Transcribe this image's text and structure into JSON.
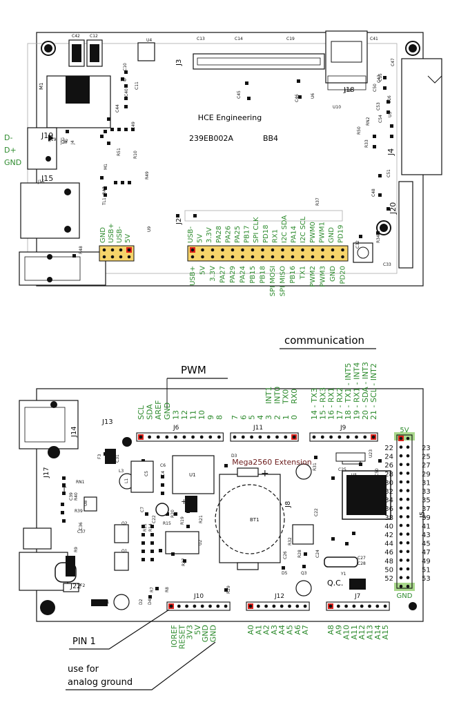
{
  "top_board": {
    "maker": "HCE Engineering",
    "part_no": "239EB002A",
    "rev": "BB4",
    "usb_side_labels": [
      "D-",
      "D+",
      "GND"
    ],
    "header_top_labels": [
      "USB-",
      "5V",
      "3.3V",
      "PA28",
      "PA26",
      "PA25",
      "PB17",
      "SPI CLK",
      "PD18",
      "RX1",
      "I2C SDA",
      "PA14",
      "I2C SCL",
      "PWM0",
      "PWM1",
      "GND",
      "PD19"
    ],
    "header_bottom_labels": [
      "USB+",
      "5V",
      "3.3V",
      "PA27",
      "PA29",
      "PA24",
      "PB15",
      "PB18",
      "SPI MOSI",
      "SPI MISO",
      "PB16",
      "TX1",
      "PWM2",
      "PWM3",
      "GND",
      "PD20"
    ],
    "left_header_labels": [
      "GND",
      "USB+",
      "USB-",
      "5V"
    ],
    "components": [
      "C42",
      "C12",
      "U4",
      "C13",
      "C14",
      "C19",
      "C41",
      "J3",
      "J18",
      "J19",
      "J15",
      "J20",
      "J2",
      "J4",
      "M1",
      "R10",
      "R49",
      "R47",
      "TL1",
      "R48",
      "U9",
      "R37",
      "C32",
      "C33",
      "R34",
      "U6",
      "U10",
      "R50",
      "C48",
      "C51",
      "R33",
      "RN2",
      "U3",
      "R51",
      "C49",
      "C11",
      "C10",
      "R9",
      "C40",
      "C44",
      "C45",
      "C46",
      "C43",
      "C47",
      "C50",
      "C15",
      "C16",
      "C53",
      "C54",
      "R42",
      "R25",
      "R23",
      "R22",
      "R26"
    ]
  },
  "bottom_board": {
    "title_comm": "communication",
    "title_pwm": "PWM",
    "title_ext": "Mega2560 Extension",
    "pin1_label": "PIN 1",
    "analog_note": "use for\nanalog ground",
    "qc_label": "Q.C.",
    "j6_labels": [
      "SCL",
      "SDA",
      "AREF",
      "GND",
      "13",
      "12",
      "11",
      "10",
      "9",
      "8"
    ],
    "j11_labels": [
      "7",
      "6",
      "5",
      "4",
      "3",
      "2",
      "1",
      "0"
    ],
    "j11_extra": [
      "INT1",
      "INT0",
      "TX0",
      "RX0"
    ],
    "j9_labels": [
      "14 - TX3",
      "15 - RX3",
      "16 - RX1",
      "17 - RX2",
      "18 - TX1 - INT5",
      "19 - RX1 - INT4",
      "20 - SDA - INT3",
      "21 - SCL - INT2"
    ],
    "j5_left": [
      "22",
      "24",
      "26",
      "28",
      "30",
      "32",
      "34",
      "36",
      "38",
      "40",
      "42",
      "44",
      "46",
      "48",
      "50",
      "52"
    ],
    "j5_right": [
      "23",
      "25",
      "27",
      "29",
      "31",
      "33",
      "35",
      "37",
      "39",
      "41",
      "43",
      "45",
      "47",
      "49",
      "51",
      "53"
    ],
    "j5_top": "5V",
    "j5_bottom": "GND",
    "j10_labels": [
      "IOREF",
      "RESET",
      "3V3",
      "5V",
      "GND",
      "GND"
    ],
    "j12_labels": [
      "A0",
      "A1",
      "A2",
      "A3",
      "A4",
      "A5",
      "A6",
      "A7"
    ],
    "j7_labels": [
      "A8",
      "A9",
      "A10",
      "A11",
      "A12",
      "A13",
      "A14",
      "A15"
    ],
    "components": [
      "J13",
      "J14",
      "J6",
      "J11",
      "J9",
      "J5",
      "J17",
      "J22",
      "J10",
      "J12",
      "J7",
      "J8",
      "U1",
      "U2",
      "U5",
      "U8",
      "U23",
      "BT1",
      "Y1",
      "D1",
      "D2",
      "D3",
      "D4",
      "D5",
      "Q1",
      "Q2",
      "Q3",
      "F1",
      "F2",
      "F3",
      "L1",
      "L3",
      "C2",
      "C3",
      "C4",
      "C5",
      "C6",
      "C7",
      "C22",
      "C24",
      "C25",
      "C26",
      "C27",
      "C28",
      "C31",
      "C36",
      "C37",
      "C39",
      "R7",
      "R8",
      "R9",
      "R11",
      "R14",
      "R15",
      "R19",
      "R20",
      "R21",
      "R27",
      "R28",
      "R29",
      "R31",
      "R32",
      "R39",
      "R40",
      "RN1"
    ]
  }
}
